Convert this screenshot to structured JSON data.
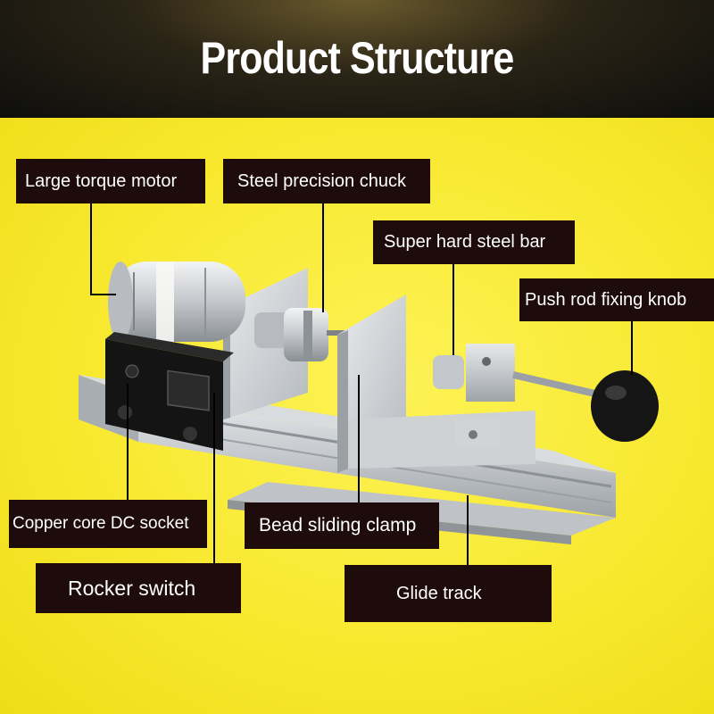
{
  "header": {
    "title": "Product Structure"
  },
  "labels": {
    "motor": "Large torque motor",
    "chuck": "Steel precision chuck",
    "steel_bar": "Super hard steel bar",
    "knob": "Push rod fixing knob",
    "dc_socket": "Copper core DC socket",
    "clamp": "Bead sliding clamp",
    "rocker": "Rocker switch",
    "track": "Glide track"
  },
  "colors": {
    "background": "#f8ec2c",
    "label_bg": "#1e0c0c",
    "label_text": "#ffffff",
    "header_bg": "#111111"
  }
}
